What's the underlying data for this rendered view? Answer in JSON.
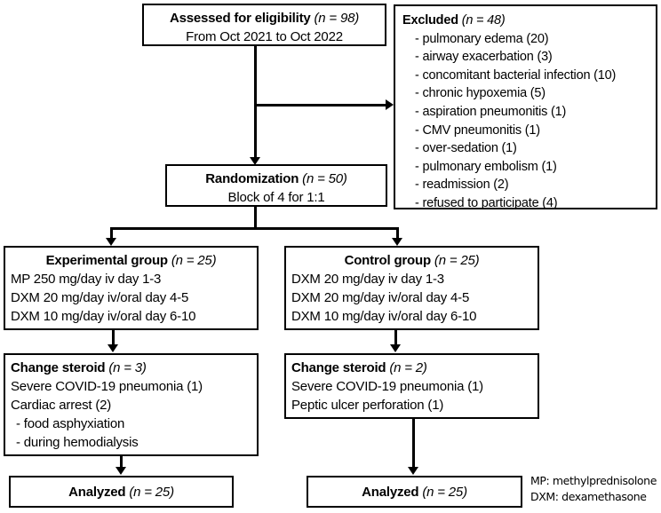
{
  "diagram": {
    "title": "CONSORT participant flow diagram",
    "colors": {
      "stroke": "#000000",
      "background": "#ffffff",
      "text": "#000000"
    }
  },
  "assessed": {
    "heading": "Assessed for eligibility",
    "heading_n": "(n = 98)",
    "line2": "From Oct 2021 to Oct 2022"
  },
  "excluded": {
    "heading": "Excluded",
    "heading_n": "(n = 48)",
    "reasons": [
      "- pulmonary  edema (20)",
      "- airway exacerbation (3)",
      "- concomitant bacterial infection (10)",
      "- chronic hypoxemia (5)",
      "- aspiration pneumonitis (1)",
      "- CMV pneumonitis (1)",
      "- over-sedation (1)",
      "- pulmonary  embolism (1)",
      "- readmission (2)",
      "- refused to participate (4)"
    ]
  },
  "randomization": {
    "heading": "Randomization",
    "heading_n": "(n = 50)",
    "line2": "Block of 4 for 1:1"
  },
  "experimental_group": {
    "heading": "Experimental group",
    "heading_n": "(n = 25)",
    "lines": [
      "MP 250 mg/day iv day 1-3",
      "DXM 20 mg/day iv/oral day 4-5",
      "DXM 10 mg/day iv/oral day 6-10"
    ]
  },
  "control_group": {
    "heading": "Control group",
    "heading_n": "(n = 25)",
    "lines": [
      "DXM 20 mg/day iv day 1-3",
      "DXM 20 mg/day iv/oral day 4-5",
      "DXM 10 mg/day iv/oral day 6-10"
    ]
  },
  "experimental_change": {
    "heading": "Change steroid",
    "heading_n": "(n = 3)",
    "lines": [
      "Severe COVID-19 pneumonia (1)",
      "Cardiac arrest (2)"
    ],
    "sublines": [
      "- food asphyxiation",
      "- during hemodialysis"
    ]
  },
  "control_change": {
    "heading": "Change steroid",
    "heading_n": "(n = 2)",
    "lines": [
      "Severe COVID-19 pneumonia (1)",
      "Peptic ulcer perforation (1)"
    ]
  },
  "experimental_analyzed": {
    "heading": "Analyzed",
    "heading_n": "(n = 25)"
  },
  "control_analyzed": {
    "heading": "Analyzed",
    "heading_n": "(n = 25)"
  },
  "legend": {
    "line1": "MP: methylprednisolone",
    "line2": "DXM: dexamethasone"
  }
}
